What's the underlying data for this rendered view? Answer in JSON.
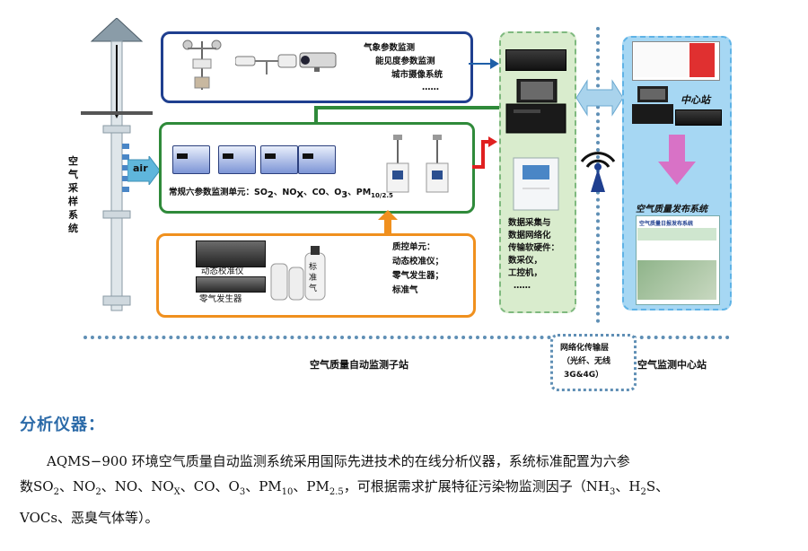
{
  "diagram": {
    "mast_label": "空气采样系统",
    "air_label": "air",
    "weather_lines": [
      "气象参数监测",
      "能见度参数监测",
      "城市摄像系统",
      "……"
    ],
    "six_param_label": "常规六参数监测单元：SO",
    "six_param_rest": "、NO",
    "six_param_x": "X",
    "six_param_tail": "、CO、O",
    "six_param_o3_sub": "3",
    "six_param_pm": "、PM",
    "six_param_pm_sub": "10/2.5",
    "qc_lines": [
      "质控单元：",
      "动态校准仪；",
      "零气发生器；",
      "标准气"
    ],
    "calibrator_text": "动态校准仪",
    "zero_gas_text": "零气发生器",
    "cylinder_text": "标准气",
    "daq_lines": [
      "数据采集与",
      "数据网络化",
      "传输软硬件：",
      "数采仪，",
      "工控机，",
      "……"
    ],
    "center_station": "中心站",
    "release_system": "空气质量发布系统",
    "website_title": "空气质量日报发布系统",
    "substation_label": "空气质量自动监测子站",
    "network_lines": [
      "网络化传输层",
      "（光纤、无线",
      "3G&4G）"
    ],
    "center_label": "空气监测中心站"
  },
  "section_title": "分析仪器：",
  "paragraph": {
    "text1": "AQMS−900 环境空气质量自动监测系统采用国际先进技术的在线分析仪器，系统标准配置为六参",
    "text2_a": "数SO",
    "sub_2a": "2",
    "text2_b": "、NO",
    "sub_2b": "2",
    "text2_c": "、NO、NO",
    "sub_2c": "X",
    "text2_d": "、CO、O",
    "sub_2d": "3",
    "text2_e": "、PM",
    "sub_2e": "10",
    "text2_f": "、PM",
    "sub_2f": "2.5",
    "text2_g": "，可根据需求扩展特征污染物监测因子（NH",
    "sub_2g": "3",
    "text2_h": "、H",
    "sub_2h": "2",
    "text2_i": "S、",
    "text3": "VOCs、恶臭气体等）。"
  },
  "colors": {
    "heading": "#2b6aa8",
    "blue_box": "#1f3f8f",
    "green_box": "#2f8a3a",
    "orange_box": "#f0901e"
  }
}
